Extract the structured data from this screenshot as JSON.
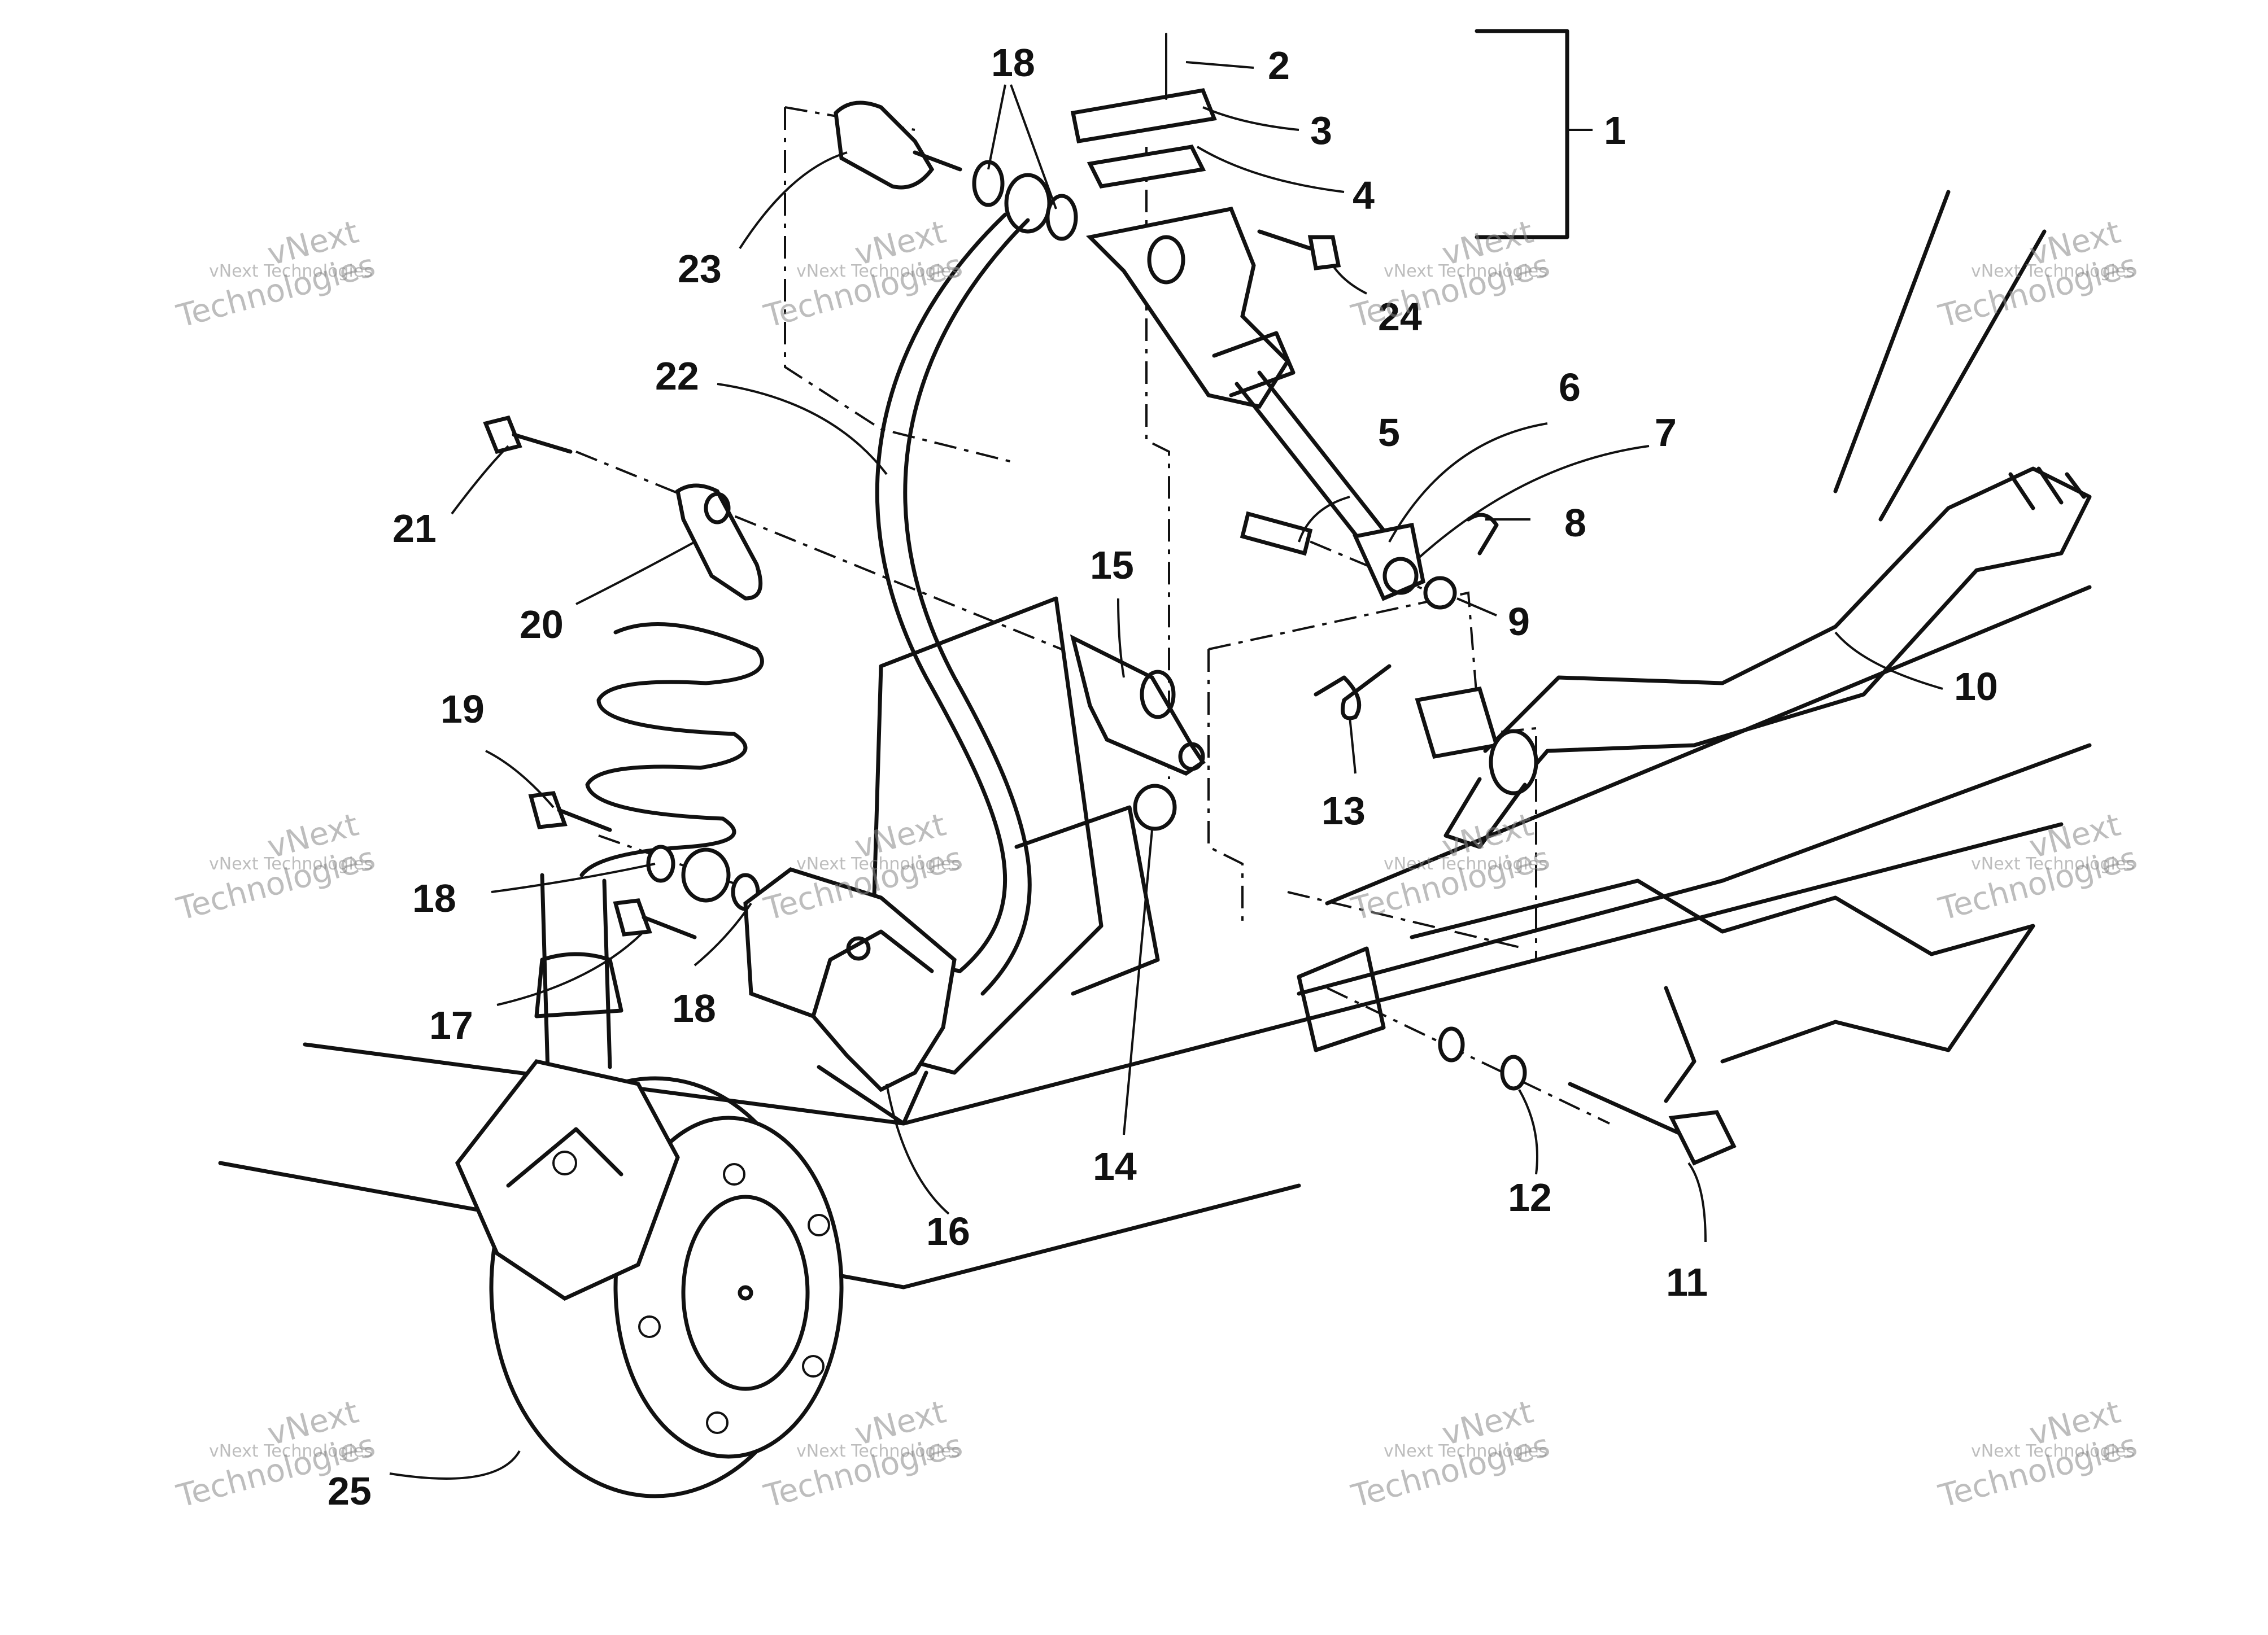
{
  "callouts": [
    {
      "id": "c1",
      "label": "1"
    },
    {
      "id": "c2",
      "label": "2"
    },
    {
      "id": "c3",
      "label": "3"
    },
    {
      "id": "c4",
      "label": "4"
    },
    {
      "id": "c5",
      "label": "5"
    },
    {
      "id": "c6",
      "label": "6"
    },
    {
      "id": "c7",
      "label": "7"
    },
    {
      "id": "c8",
      "label": "8"
    },
    {
      "id": "c9",
      "label": "9"
    },
    {
      "id": "c10",
      "label": "10"
    },
    {
      "id": "c11",
      "label": "11"
    },
    {
      "id": "c12",
      "label": "12"
    },
    {
      "id": "c13",
      "label": "13"
    },
    {
      "id": "c14",
      "label": "14"
    },
    {
      "id": "c15",
      "label": "15"
    },
    {
      "id": "c16",
      "label": "16"
    },
    {
      "id": "c17",
      "label": "17"
    },
    {
      "id": "c18a",
      "label": "18"
    },
    {
      "id": "c18b",
      "label": "18"
    },
    {
      "id": "c18c",
      "label": "18"
    },
    {
      "id": "c19",
      "label": "19"
    },
    {
      "id": "c20",
      "label": "20"
    },
    {
      "id": "c21",
      "label": "21"
    },
    {
      "id": "c22",
      "label": "22"
    },
    {
      "id": "c23",
      "label": "23"
    },
    {
      "id": "c24",
      "label": "24"
    },
    {
      "id": "c25",
      "label": "25"
    }
  ],
  "watermark": {
    "line1": "vNext Technologies",
    "line2": "vNext",
    "line3": "Technologies"
  }
}
